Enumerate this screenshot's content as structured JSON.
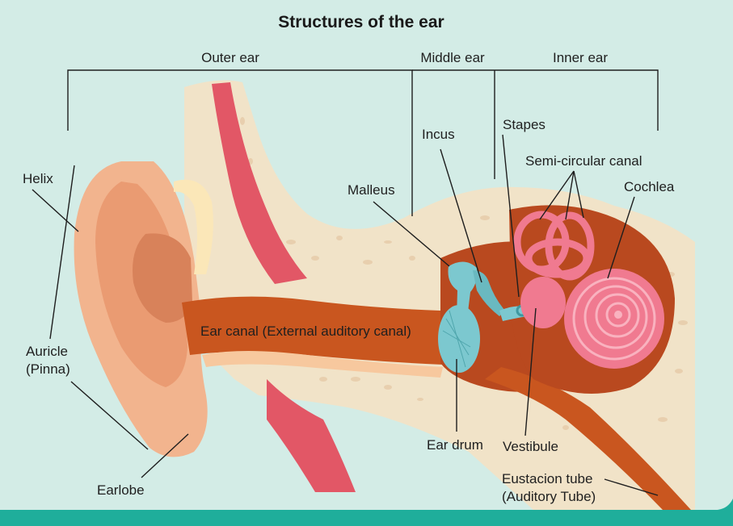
{
  "title": "Structures of the ear",
  "sections": {
    "outer": "Outer ear",
    "middle": "Middle ear",
    "inner": "Inner ear"
  },
  "labels": {
    "helix": "Helix",
    "auricle_line1": "Auricle",
    "auricle_line2": "(Pinna)",
    "earlobe": "Earlobe",
    "ear_canal": "Ear canal (External auditory canal)",
    "malleus": "Malleus",
    "incus": "Incus",
    "stapes": "Stapes",
    "semicircular": "Semi-circular canal",
    "cochlea": "Cochlea",
    "ear_drum": "Ear drum",
    "vestibule": "Vestibule",
    "eustachian_line1": "Eustacion tube",
    "eustachian_line2": "(Auditory Tube)"
  },
  "colors": {
    "background": "#d3ece6",
    "bone": "#f1e3c8",
    "skin": "#f2b48e",
    "canal": "#b9491f",
    "inner_ear": "#f07a90",
    "ossicles": "#7cc8cf",
    "footer": "#1fae9b"
  }
}
